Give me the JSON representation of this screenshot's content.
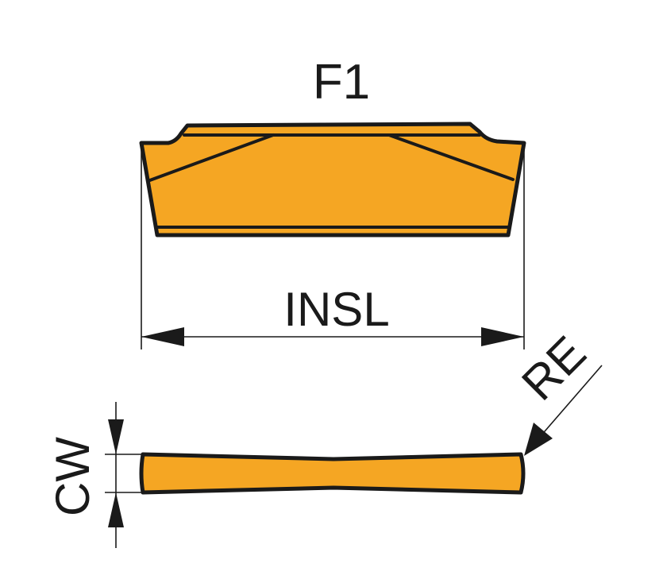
{
  "labels": {
    "f1": "F1",
    "insl": "INSL",
    "cw": "CW",
    "re": "RE"
  },
  "colors": {
    "insert_fill": "#F5A623",
    "stroke": "#1a1a1a",
    "background": "#ffffff"
  }
}
